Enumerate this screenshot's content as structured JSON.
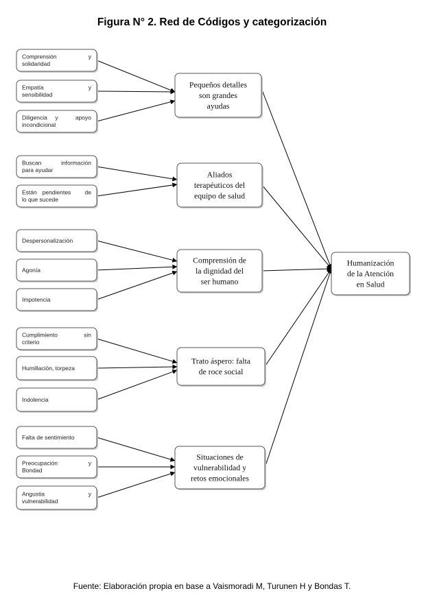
{
  "figure": {
    "title": "Figura N° 2. Red de Códigos y categorización",
    "source": "Fuente: Elaboración propia en base a Vaismoradi M, Turunen H y Bondas T."
  },
  "central": {
    "lines": [
      "Humanización",
      "de la Atención",
      "en Salud"
    ]
  },
  "categories": [
    {
      "lines": [
        "Pequeños detalles",
        "son grandes",
        "ayudas"
      ],
      "codes": [
        {
          "lines": [
            [
              "Comprensión",
              "y"
            ],
            [
              "solidaridad"
            ]
          ]
        },
        {
          "lines": [
            [
              "Empatía",
              "y"
            ],
            [
              "sensibilidad"
            ]
          ]
        },
        {
          "lines": [
            [
              "Diligencia",
              "y",
              "apoyo"
            ],
            [
              "incondicional"
            ]
          ]
        }
      ]
    },
    {
      "lines": [
        "Aliados",
        "terapéuticos del",
        "equipo de salud"
      ],
      "codes": [
        {
          "lines": [
            [
              "Buscan",
              "información"
            ],
            [
              "para ayudar"
            ]
          ]
        },
        {
          "lines": [
            [
              "Están",
              "pendientes",
              "de"
            ],
            [
              "lo que sucede"
            ]
          ]
        }
      ]
    },
    {
      "lines": [
        "Comprensión de",
        "la dignidad del",
        "ser humano"
      ],
      "codes": [
        {
          "lines": [
            [
              "Despersonalización"
            ]
          ]
        },
        {
          "lines": [
            [
              "Agonía"
            ]
          ]
        },
        {
          "lines": [
            [
              "Impotencia"
            ]
          ]
        }
      ]
    },
    {
      "lines": [
        "Trato áspero: falta",
        "de roce social"
      ],
      "codes": [
        {
          "lines": [
            [
              "Cumplimiento",
              "sin"
            ],
            [
              "criterio"
            ]
          ]
        },
        {
          "lines": [
            [
              "Humillación,",
              "torpeza"
            ]
          ]
        },
        {
          "lines": [
            [
              "Indolencia"
            ]
          ]
        }
      ]
    },
    {
      "lines": [
        "Situaciones de",
        "vulnerabilidad y",
        "retos emocionales"
      ],
      "codes": [
        {
          "lines": [
            [
              "Falta de sentimiento"
            ]
          ]
        },
        {
          "lines": [
            [
              "Preocupación",
              "y"
            ],
            [
              "Bondad"
            ]
          ]
        },
        {
          "lines": [
            [
              "Angustia",
              "y"
            ],
            [
              "vulnerabilidad"
            ]
          ]
        }
      ]
    }
  ]
}
